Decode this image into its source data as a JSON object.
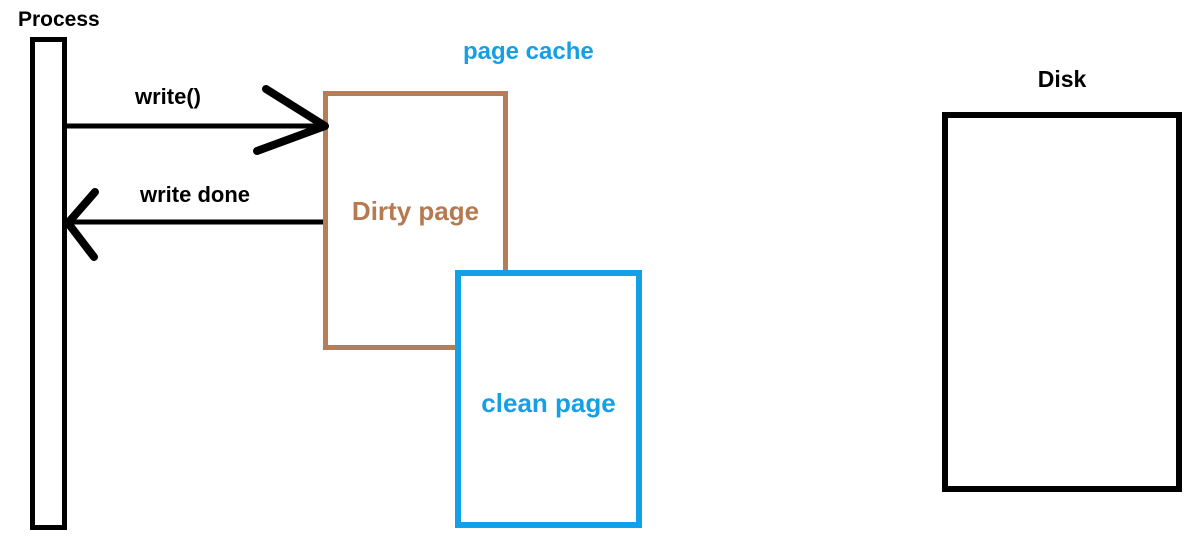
{
  "process": {
    "label": "Process"
  },
  "arrows": {
    "write": {
      "label": "write()"
    },
    "write_done": {
      "label": "write done"
    }
  },
  "page_cache": {
    "label": "page cache",
    "color": "#15a0e5"
  },
  "dirty_page": {
    "label": "Dirty page",
    "border_color": "#b57e58",
    "text_color": "#b57a50"
  },
  "clean_page": {
    "label": "clean page",
    "border_color": "#12a1e8",
    "text_color": "#15a0e5"
  },
  "disk": {
    "label": "Disk"
  },
  "colors": {
    "arrow": "#000000",
    "background": "#ffffff"
  }
}
